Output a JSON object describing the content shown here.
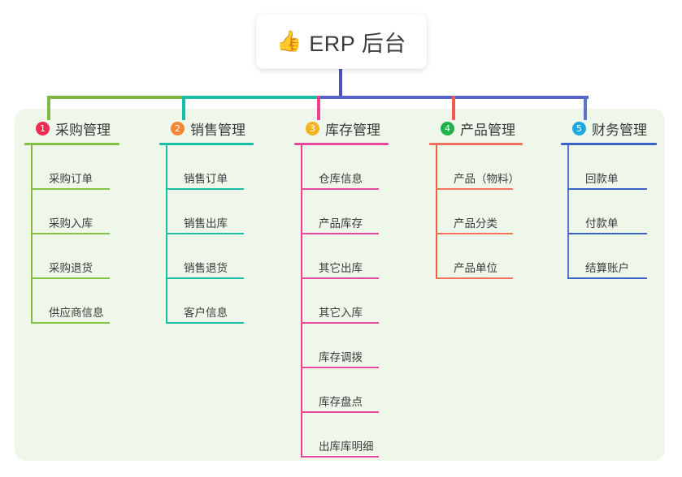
{
  "root": {
    "icon": "thumbs-up-icon",
    "emoji": "👍",
    "title": "ERP 后台",
    "trunk_color": "#4a55c0"
  },
  "panel": {
    "background": "#eef7e9"
  },
  "bus": {
    "segments": [
      {
        "name": "bus-segment-green",
        "color": "#7fb843"
      },
      {
        "name": "bus-segment-teal",
        "color": "#17bfa5"
      },
      {
        "name": "bus-segment-purple",
        "color": "#5a63cc"
      }
    ]
  },
  "columns": [
    {
      "index": "1",
      "title": "采购管理",
      "badge_color": "#ee2d52",
      "rule_color": "#82c341",
      "drop_color": "#7fb843",
      "items": [
        {
          "label": "采购订单"
        },
        {
          "label": "采购入库"
        },
        {
          "label": "采购退货"
        },
        {
          "label": "供应商信息"
        }
      ]
    },
    {
      "index": "2",
      "title": "销售管理",
      "badge_color": "#f58634",
      "rule_color": "#17bfa5",
      "drop_color": "#17bfa5",
      "items": [
        {
          "label": "销售订单"
        },
        {
          "label": "销售出库"
        },
        {
          "label": "销售退货"
        },
        {
          "label": "客户信息"
        }
      ]
    },
    {
      "index": "3",
      "title": "库存管理",
      "badge_color": "#f5b321",
      "rule_color": "#e8479f",
      "drop_color": "#ec3f8f",
      "items": [
        {
          "label": "仓库信息"
        },
        {
          "label": "产品库存"
        },
        {
          "label": "其它出库"
        },
        {
          "label": "其它入库"
        },
        {
          "label": "库存调拨"
        },
        {
          "label": "库存盘点"
        },
        {
          "label": "出库库明细"
        }
      ]
    },
    {
      "index": "4",
      "title": "产品管理",
      "badge_color": "#22b14c",
      "rule_color": "#f4705e",
      "drop_color": "#f4584f",
      "items": [
        {
          "label": "产品（物料）"
        },
        {
          "label": "产品分类"
        },
        {
          "label": "产品单位"
        }
      ]
    },
    {
      "index": "5",
      "title": "财务管理",
      "badge_color": "#1fa8e0",
      "rule_color": "#3a63c8",
      "drop_color": "#5a73cf",
      "items": [
        {
          "label": "回款单"
        },
        {
          "label": "付款单"
        },
        {
          "label": "结算账户"
        }
      ]
    }
  ]
}
